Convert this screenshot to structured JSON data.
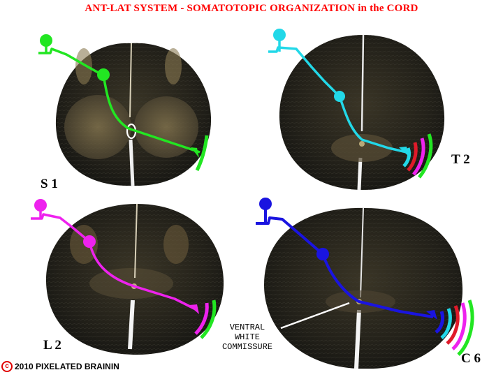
{
  "title": "ANT-LAT SYSTEM - SOMATOTOPIC ORGANIZATION in the CORD",
  "segments": {
    "s1": "S 1",
    "t2": "T 2",
    "l2": "L 2",
    "c6": "C 6"
  },
  "annotation": {
    "line1": "VENTRAL",
    "line2": "WHITE",
    "line3": "COMMISSURE"
  },
  "copyright": {
    "symbol": "c",
    "text": "2010 PIXELATED BRAININ"
  },
  "colors": {
    "title": "#ff0000",
    "sacral": "#22e622",
    "thoracic": "#22d8e8",
    "lumbar": "#ee22ee",
    "cervical": "#1a14e0",
    "band_red": "#e01a2a",
    "tissue": "#1e1e1a",
    "gray_matter": "#6a5a3a"
  }
}
